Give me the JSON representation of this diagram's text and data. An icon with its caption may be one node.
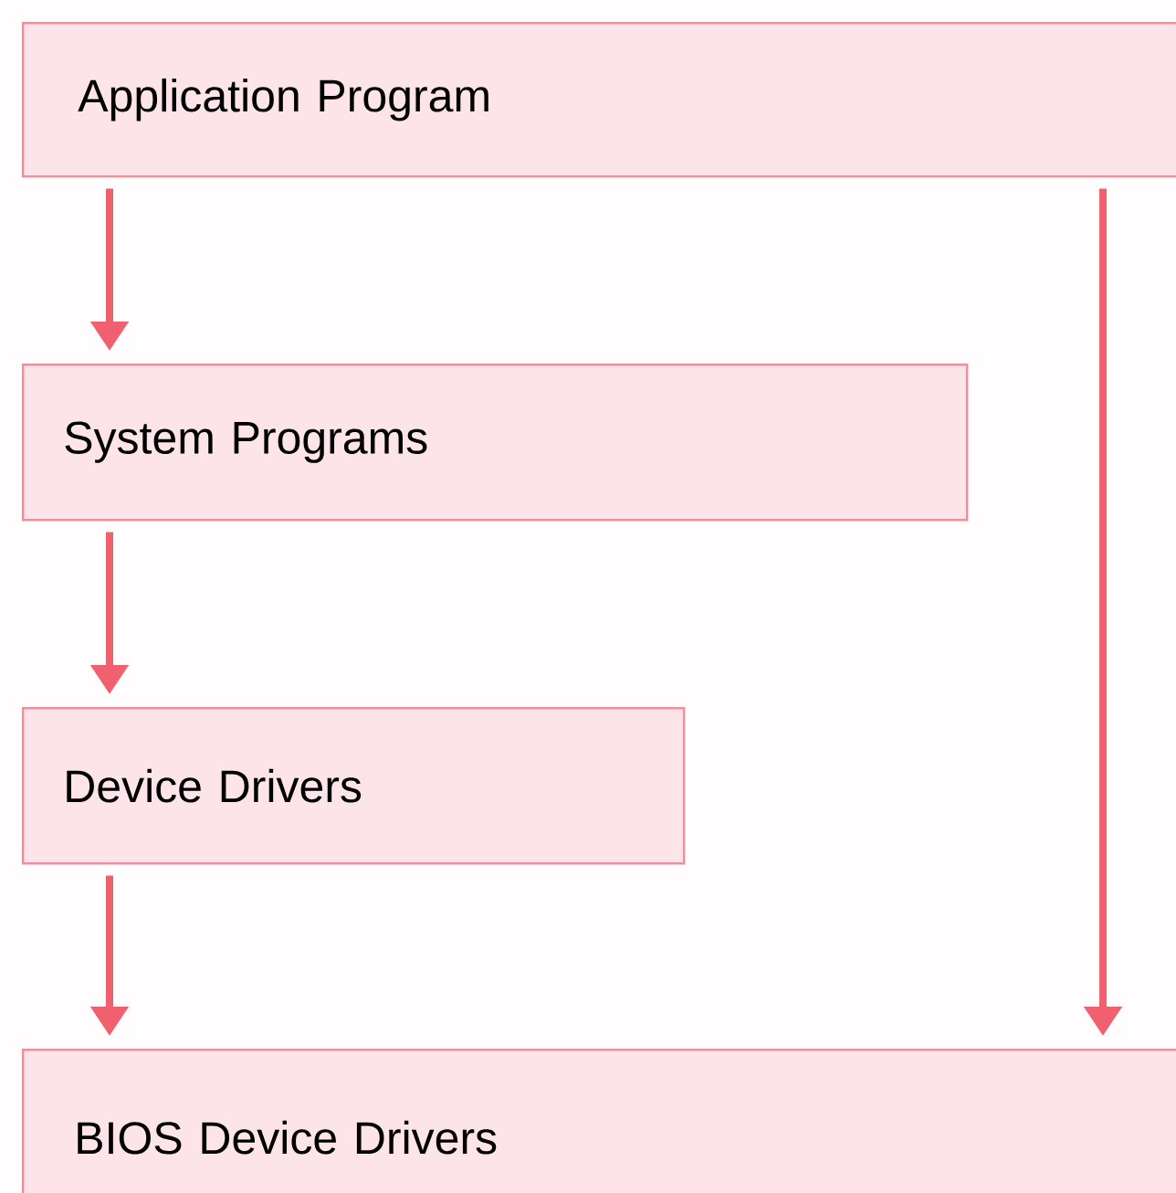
{
  "diagram": {
    "nodes": [
      {
        "text": [
          "Application Program"
        ]
      },
      {
        "text": [
          "System Programs"
        ]
      },
      {
        "text": [
          "Device Drivers"
        ]
      },
      {
        "text": [
          "BIOS Device Drivers"
        ]
      }
    ],
    "edges": [
      {
        "from": 0,
        "to": 1,
        "arrow": "to"
      },
      {
        "from": 1,
        "to": 2,
        "arrow": "to"
      },
      {
        "from": 2,
        "to": 3,
        "arrow": "to"
      },
      {
        "from": 0,
        "to": 3,
        "arrow": "to"
      }
    ]
  }
}
